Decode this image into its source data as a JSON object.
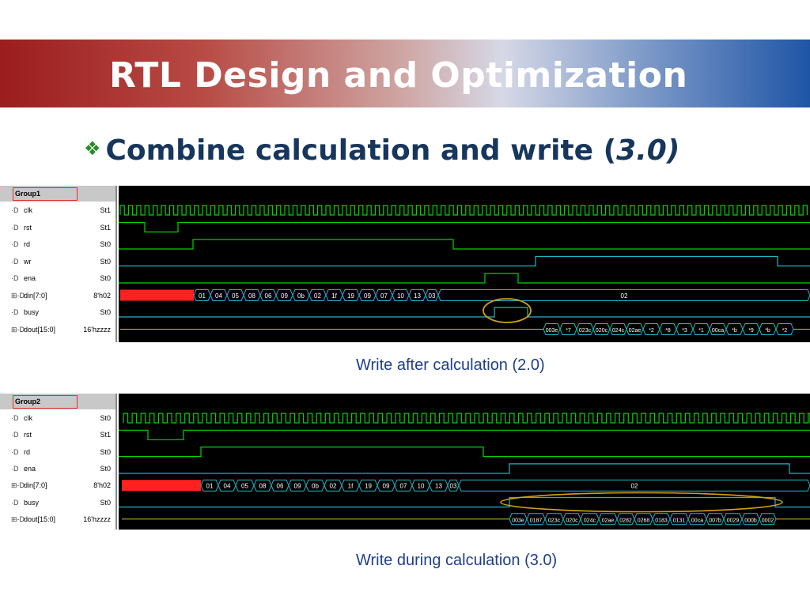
{
  "slide": {
    "title": "RTL Design and Optimization",
    "bullet_text": "Combine calculation and write (",
    "bullet_version": "3.0)",
    "bullet_icon": "diamond-bullet-icon"
  },
  "panel1": {
    "group": "Group1",
    "caption": "Write after calculation (2.0)",
    "signals": [
      {
        "name": "clk",
        "value": "St1"
      },
      {
        "name": "rst",
        "value": "St1"
      },
      {
        "name": "rd",
        "value": "St0"
      },
      {
        "name": "wr",
        "value": "St0"
      },
      {
        "name": "ena",
        "value": "St0"
      },
      {
        "name": "din[7:0]",
        "value": "8'h02"
      },
      {
        "name": "busy",
        "value": "St0"
      },
      {
        "name": "dout[15:0]",
        "value": "16'hzzzz"
      }
    ],
    "din_values": [
      "01",
      "04",
      "05",
      "08",
      "06",
      "09",
      "0b",
      "02",
      "1f",
      "19",
      "09",
      "07",
      "10",
      "13",
      "03",
      "02"
    ],
    "dout_values": [
      "003e",
      "*7",
      "023c",
      "020c",
      "024c",
      "02ae",
      "*2",
      "*8",
      "*3",
      "*1",
      "00ca",
      "*b",
      "*9",
      "*b",
      "*2"
    ]
  },
  "panel2": {
    "group": "Group2",
    "caption": "Write during calculation (3.0)",
    "signals": [
      {
        "name": "clk",
        "value": "St0"
      },
      {
        "name": "rst",
        "value": "St1"
      },
      {
        "name": "rd",
        "value": "St0"
      },
      {
        "name": "ena",
        "value": "St0"
      },
      {
        "name": "din[7:0]",
        "value": "8'h02"
      },
      {
        "name": "busy",
        "value": "St0"
      },
      {
        "name": "dout[15:0]",
        "value": "16'hzzzz"
      }
    ],
    "din_values": [
      "01",
      "04",
      "05",
      "08",
      "06",
      "09",
      "0b",
      "02",
      "1f",
      "19",
      "09",
      "07",
      "10",
      "13",
      "03",
      "02"
    ],
    "dout_values": [
      "003e",
      "0187",
      "023c",
      "020c",
      "024c",
      "02ae",
      "0282",
      "0268",
      "0183",
      "0131",
      "00ca",
      "007b",
      "0029",
      "000b",
      "0002"
    ]
  },
  "colors": {
    "wave_green": "#00d400",
    "bus_cyan": "#1fb5c7",
    "dout_yellow": "#c8c830",
    "highlight_red": "#ff2020",
    "ellipse_gold": "#d4a017"
  }
}
